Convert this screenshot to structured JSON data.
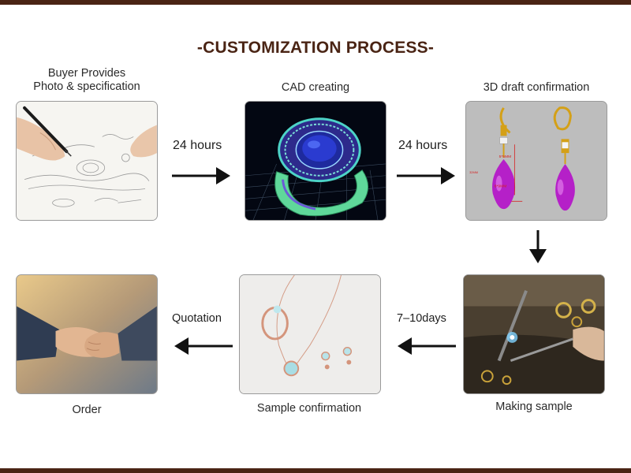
{
  "title": "-CUSTOMIZATION PROCESS-",
  "steps": [
    {
      "label_line1": "Buyer Provides",
      "label_line2": "Photo & specification"
    },
    {
      "label": "CAD creating"
    },
    {
      "label": "3D draft confirmation"
    },
    {
      "label": "Making sample"
    },
    {
      "label": "Sample confirmation"
    },
    {
      "label": "Order"
    }
  ],
  "durations": {
    "step1_to_2": "24 hours",
    "step2_to_3": "24 hours",
    "step4_to_5": "7–10days",
    "step5_to_6": "Quotation"
  },
  "draft_annotations": {
    "dim_1": "5*5MM",
    "dim_2": "6*9MM",
    "dim_3": "32MM"
  },
  "colors": {
    "band": "#4a2414",
    "title": "#4a2414",
    "arrow": "#111111"
  },
  "icons": [
    "arrow-right-icon",
    "arrow-down-icon",
    "arrow-left-icon"
  ]
}
